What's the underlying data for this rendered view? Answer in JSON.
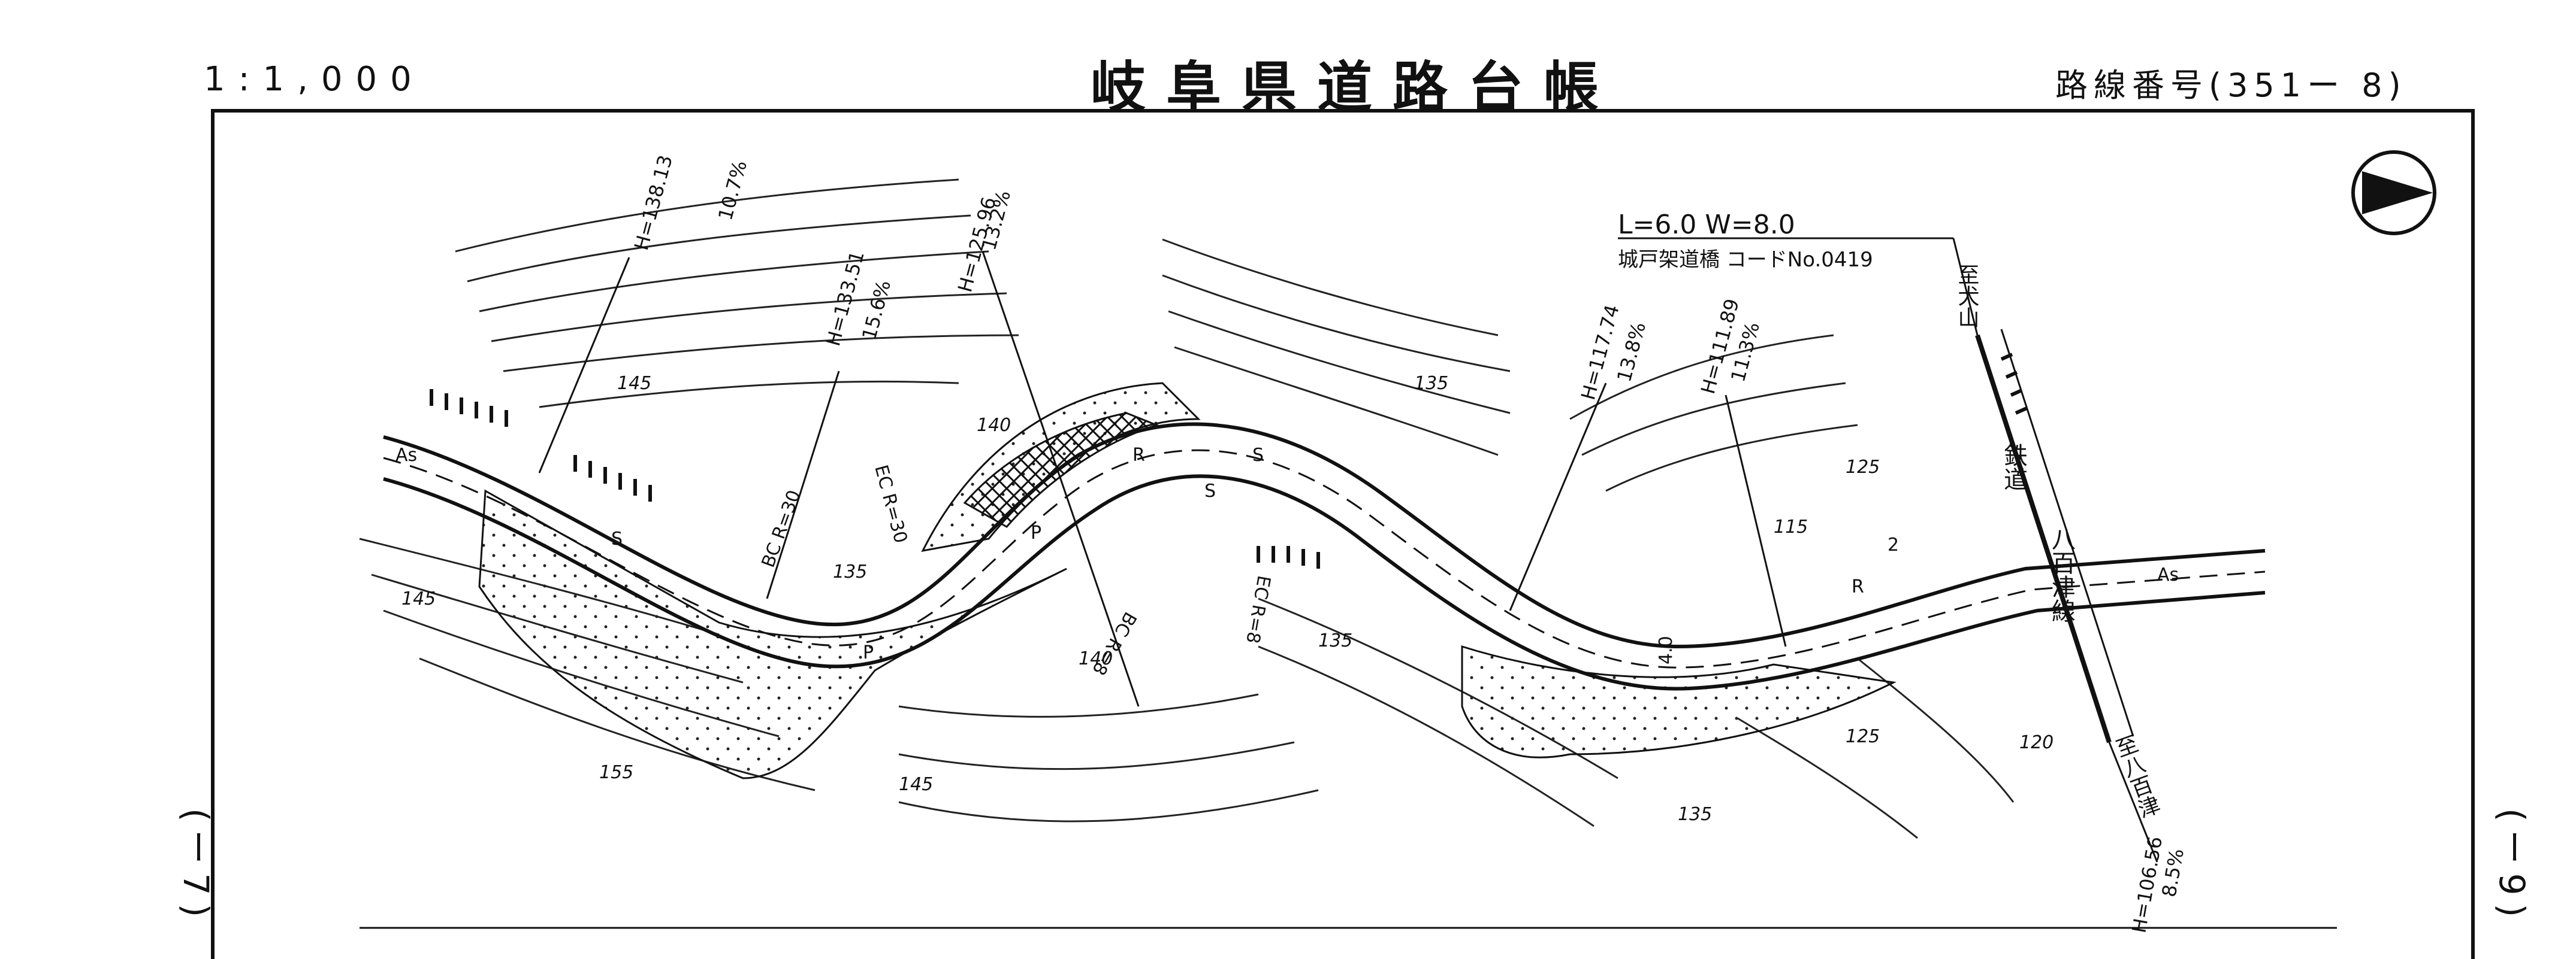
{
  "header": {
    "scale": "1:1,000",
    "title": "岐阜県道路台帳",
    "route_number": "路線番号(351ー 8)"
  },
  "side_labels": {
    "left": "(ー7)",
    "right": "(ー9)"
  },
  "bridge": {
    "dimensions": "L=6.0 W=8.0",
    "name": "城戸架道橋 コードNo.0419"
  },
  "destinations": {
    "north": "至犬山",
    "south": "至八百津"
  },
  "route_labels": [
    "鉄道",
    "八百津線"
  ],
  "profile_marks": [
    {
      "elevation": "H=138.13",
      "grade": "10.7%"
    },
    {
      "elevation": "H=133.51",
      "grade": "15.6%"
    },
    {
      "elevation": "H=125.96",
      "grade": "13.2%"
    },
    {
      "elevation": "H=117.74",
      "grade": "13.8%"
    },
    {
      "elevation": "H=111.89",
      "grade": "11.3%"
    },
    {
      "elevation": "H=106.56",
      "grade": "8.5%"
    }
  ],
  "curve_labels": [
    "BC R=30",
    "EC R=30",
    "BC R=8",
    "EC R=8"
  ],
  "contours": [
    "145",
    "140",
    "135",
    "125",
    "115",
    "145",
    "155",
    "145",
    "140",
    "135",
    "135",
    "125",
    "120",
    "135"
  ],
  "surface_labels": [
    "As",
    "As",
    "R",
    "R",
    "P",
    "P",
    "S",
    "S",
    "S",
    "2"
  ],
  "small_numbers": [
    "4.0"
  ],
  "north_arrow": "north-arrow"
}
